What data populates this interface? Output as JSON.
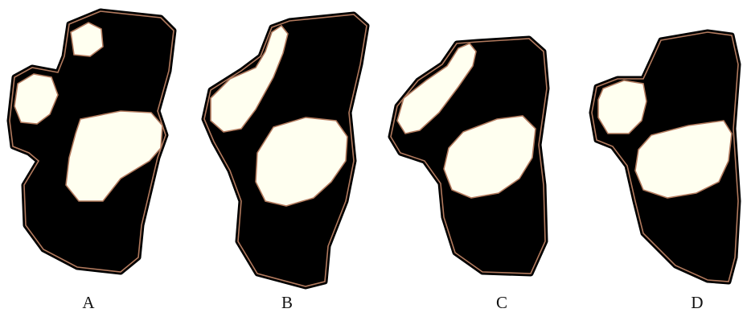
{
  "figure": {
    "panels": [
      {
        "label": "A",
        "icon": "bone-cross-section-icon"
      },
      {
        "label": "B",
        "icon": "bone-cross-section-icon"
      },
      {
        "label": "C",
        "icon": "bone-cross-section-icon"
      },
      {
        "label": "D",
        "icon": "bone-cross-section-icon"
      }
    ]
  },
  "colors": {
    "bone": "#000000",
    "outline": "#b27a5e",
    "cavity": "#fffff0",
    "label": "#111111"
  }
}
